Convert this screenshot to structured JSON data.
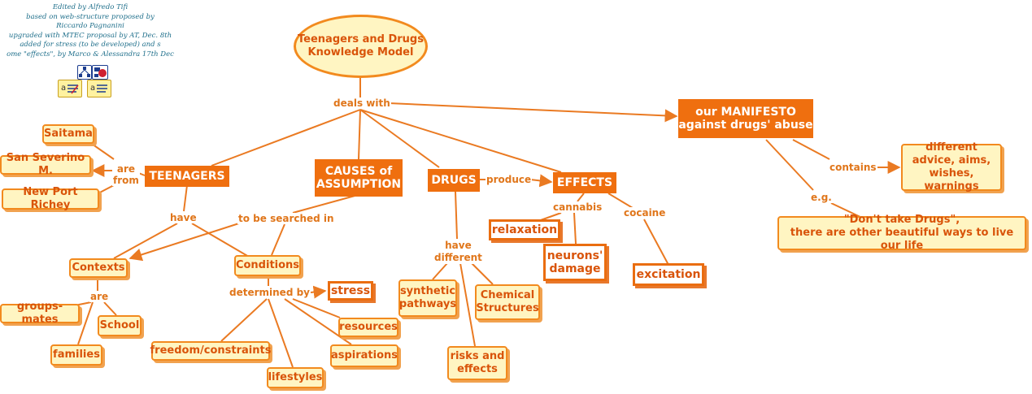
{
  "credits": {
    "line1": "Edited by Alfredo Tifi",
    "line2": "based on web-structure proposed by",
    "line3": "Riccardo Pagnanini",
    "line4": "upgraded with MTEC proposal by AT, Dec. 8th",
    "line5": "added for stress (to be developed) and s",
    "line6": "ome \"effects\", by Marco & Alessandra 17th Dec"
  },
  "icons": [
    "concept-map-icon",
    "resource-link-icon",
    "annotation-icon",
    "annotation-icon"
  ],
  "colors": {
    "accent": "#ef6f0f",
    "node_fill": "#fff5c2",
    "link": "#ea7a22",
    "text": "#d9540a"
  },
  "nodes": {
    "root": {
      "line1": "Teenagers and Drugs",
      "line2": "Knowledge Model"
    },
    "manifesto": {
      "line1": "our MANIFESTO",
      "line2": "against drugs' abuse"
    },
    "teenagers": "TEENAGERS",
    "causes": {
      "line1": "CAUSES of",
      "line2": "ASSUMPTION"
    },
    "drugs": "DRUGS",
    "effects": "EFFECTS",
    "different": {
      "line1": "different",
      "line2": "advice, aims,",
      "line3": "wishes, warnings"
    },
    "dont_take": {
      "line1": "\"Don't take Drugs\",",
      "line2": "there are other beautiful ways to live our life"
    },
    "saitama": "Saitama",
    "san_severino": "San Severino M.",
    "new_port_richey": "New Port Richey",
    "contexts": "Contexts",
    "conditions": "Conditions",
    "groups_mates": "groups-mates",
    "school": "School",
    "families": "families",
    "stress": "stress",
    "resources": "resources",
    "aspirations": "aspirations",
    "freedom": "freedom/constraints",
    "lifestyles": "lifestyles",
    "relaxation": "relaxation",
    "neurons": {
      "line1": "neurons'",
      "line2": "damage"
    },
    "excitation": "excitation",
    "synthetic": {
      "line1": "synthetic",
      "line2": "pathways"
    },
    "chemical": {
      "line1": "Chemical",
      "line2": "Structures"
    },
    "risks": {
      "line1": "risks and",
      "line2": "effects"
    }
  },
  "links": {
    "deals_with": "deals with",
    "are_from": {
      "line1": "are",
      "line2": "from"
    },
    "contains": "contains",
    "eg": "e.g.",
    "produce": "produce",
    "cannabis": "cannabis",
    "cocaine": "cocaine",
    "have": "have",
    "to_be_searched_in": "to be searched in",
    "have_different": {
      "line1": "have",
      "line2": "different"
    },
    "are": "are",
    "determined_by": "determined by"
  }
}
